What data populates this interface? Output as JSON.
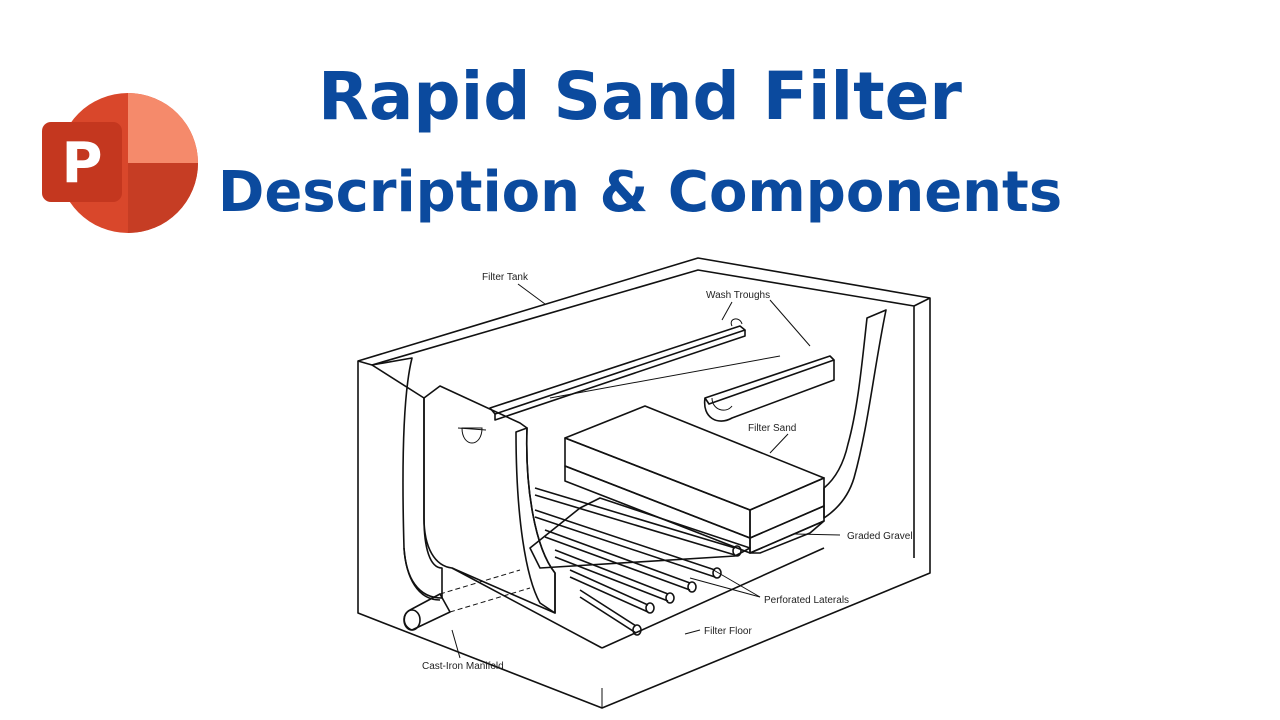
{
  "title": "Rapid Sand Filter",
  "subtitle": "Description & Components",
  "colors": {
    "title": "#0b4a9e",
    "logo_main": "#d9472b",
    "logo_light": "#f58a6b",
    "logo_dark": "#b7331e"
  },
  "logo": {
    "icon": "powerpoint-logo-icon",
    "letter": "P"
  },
  "labels": {
    "filter_tank": "Filter Tank",
    "wash_troughs": "Wash Troughs",
    "filter_sand": "Filter Sand",
    "graded_gravel": "Graded Gravel",
    "perforated_laterals": "Perforated Laterals",
    "filter_floor": "Filter Floor",
    "cast_iron_manifold": "Cast-Iron Manifold"
  }
}
